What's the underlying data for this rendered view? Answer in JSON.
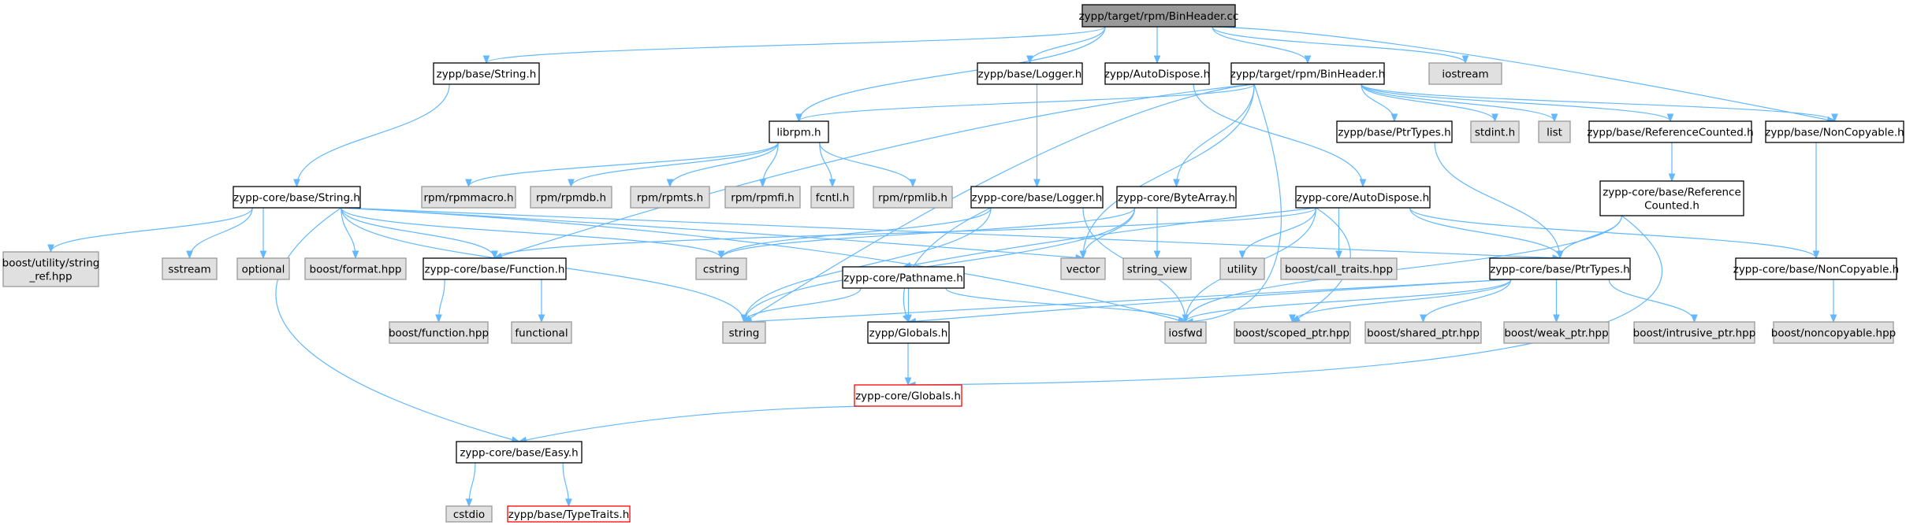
{
  "diagram": {
    "title": "",
    "colors": {
      "root_fill": "#999999",
      "local_fill": "#ffffff",
      "local_border": "#000000",
      "system_fill": "#e0e0e0",
      "system_border": "#999999",
      "truncated_border": "#ff0000",
      "edge": "#63b8ff"
    },
    "nodes": [
      {
        "id": "root",
        "label": [
          "zypp/target/rpm/BinHeader.cc"
        ],
        "kind": "root"
      },
      {
        "id": "base_string",
        "label": [
          "zypp/base/String.h"
        ],
        "kind": "local"
      },
      {
        "id": "base_logger",
        "label": [
          "zypp/base/Logger.h"
        ],
        "kind": "local"
      },
      {
        "id": "autodispose",
        "label": [
          "zypp/AutoDispose.h"
        ],
        "kind": "local"
      },
      {
        "id": "binheader_h",
        "label": [
          "zypp/target/rpm/BinHeader.h"
        ],
        "kind": "local"
      },
      {
        "id": "iostream",
        "label": [
          "iostream"
        ],
        "kind": "system"
      },
      {
        "id": "librpm",
        "label": [
          "librpm.h"
        ],
        "kind": "local"
      },
      {
        "id": "base_ptrtypes",
        "label": [
          "zypp/base/PtrTypes.h"
        ],
        "kind": "local"
      },
      {
        "id": "stdint",
        "label": [
          "stdint.h"
        ],
        "kind": "system"
      },
      {
        "id": "list",
        "label": [
          "list"
        ],
        "kind": "system"
      },
      {
        "id": "base_refcounted",
        "label": [
          "zypp/base/ReferenceCounted.h"
        ],
        "kind": "local"
      },
      {
        "id": "base_noncopy",
        "label": [
          "zypp/base/NonCopyable.h"
        ],
        "kind": "local"
      },
      {
        "id": "core_string",
        "label": [
          "zypp-core/base/String.h"
        ],
        "kind": "local"
      },
      {
        "id": "rpmmacro",
        "label": [
          "rpm/rpmmacro.h"
        ],
        "kind": "system"
      },
      {
        "id": "rpmdb",
        "label": [
          "rpm/rpmdb.h"
        ],
        "kind": "system"
      },
      {
        "id": "rpmts",
        "label": [
          "rpm/rpmts.h"
        ],
        "kind": "system"
      },
      {
        "id": "rpmfi",
        "label": [
          "rpm/rpmfi.h"
        ],
        "kind": "system"
      },
      {
        "id": "fcntl",
        "label": [
          "fcntl.h"
        ],
        "kind": "system"
      },
      {
        "id": "rpmlib",
        "label": [
          "rpm/rpmlib.h"
        ],
        "kind": "system"
      },
      {
        "id": "core_logger",
        "label": [
          "zypp-core/base/Logger.h"
        ],
        "kind": "local"
      },
      {
        "id": "core_bytearray",
        "label": [
          "zypp-core/ByteArray.h"
        ],
        "kind": "local"
      },
      {
        "id": "core_autodispose",
        "label": [
          "zypp-core/AutoDispose.h"
        ],
        "kind": "local"
      },
      {
        "id": "core_refcounted",
        "label": [
          "zypp-core/base/Reference",
          "Counted.h"
        ],
        "kind": "local"
      },
      {
        "id": "boost_stringref",
        "label": [
          "boost/utility/string",
          "_ref.hpp"
        ],
        "kind": "system"
      },
      {
        "id": "sstream",
        "label": [
          "sstream"
        ],
        "kind": "system"
      },
      {
        "id": "optional",
        "label": [
          "optional"
        ],
        "kind": "system"
      },
      {
        "id": "boost_format",
        "label": [
          "boost/format.hpp"
        ],
        "kind": "system"
      },
      {
        "id": "core_function",
        "label": [
          "zypp-core/base/Function.h"
        ],
        "kind": "local"
      },
      {
        "id": "cstring",
        "label": [
          "cstring"
        ],
        "kind": "system"
      },
      {
        "id": "vector",
        "label": [
          "vector"
        ],
        "kind": "system"
      },
      {
        "id": "string_view",
        "label": [
          "string_view"
        ],
        "kind": "system"
      },
      {
        "id": "utility",
        "label": [
          "utility"
        ],
        "kind": "system"
      },
      {
        "id": "boost_calltraits",
        "label": [
          "boost/call_traits.hpp"
        ],
        "kind": "system"
      },
      {
        "id": "core_ptrtypes",
        "label": [
          "zypp-core/base/PtrTypes.h"
        ],
        "kind": "local"
      },
      {
        "id": "core_noncopy",
        "label": [
          "zypp-core/base/NonCopyable.h"
        ],
        "kind": "local"
      },
      {
        "id": "core_pathname",
        "label": [
          "zypp-core/Pathname.h"
        ],
        "kind": "local"
      },
      {
        "id": "boost_function",
        "label": [
          "boost/function.hpp"
        ],
        "kind": "system"
      },
      {
        "id": "functional",
        "label": [
          "functional"
        ],
        "kind": "system"
      },
      {
        "id": "string",
        "label": [
          "string"
        ],
        "kind": "system"
      },
      {
        "id": "zypp_globals",
        "label": [
          "zypp/Globals.h"
        ],
        "kind": "local"
      },
      {
        "id": "iosfwd",
        "label": [
          "iosfwd"
        ],
        "kind": "system"
      },
      {
        "id": "boost_scoped",
        "label": [
          "boost/scoped_ptr.hpp"
        ],
        "kind": "system"
      },
      {
        "id": "boost_shared",
        "label": [
          "boost/shared_ptr.hpp"
        ],
        "kind": "system"
      },
      {
        "id": "boost_weak",
        "label": [
          "boost/weak_ptr.hpp"
        ],
        "kind": "system"
      },
      {
        "id": "boost_intrusive",
        "label": [
          "boost/intrusive_ptr.hpp"
        ],
        "kind": "system"
      },
      {
        "id": "boost_noncopy",
        "label": [
          "boost/noncopyable.hpp"
        ],
        "kind": "system"
      },
      {
        "id": "core_globals",
        "label": [
          "zypp-core/Globals.h"
        ],
        "kind": "truncated"
      },
      {
        "id": "core_easy",
        "label": [
          "zypp-core/base/Easy.h"
        ],
        "kind": "local"
      },
      {
        "id": "cstdio",
        "label": [
          "cstdio"
        ],
        "kind": "system"
      },
      {
        "id": "base_typetraits",
        "label": [
          "zypp/base/TypeTraits.h"
        ],
        "kind": "truncated"
      }
    ],
    "edges": [
      [
        "root",
        "base_string"
      ],
      [
        "root",
        "base_logger"
      ],
      [
        "root",
        "autodispose"
      ],
      [
        "root",
        "binheader_h"
      ],
      [
        "root",
        "iostream"
      ],
      [
        "root",
        "librpm"
      ],
      [
        "root",
        "base_noncopy"
      ],
      [
        "binheader_h",
        "librpm"
      ],
      [
        "binheader_h",
        "base_ptrtypes"
      ],
      [
        "binheader_h",
        "stdint"
      ],
      [
        "binheader_h",
        "list"
      ],
      [
        "binheader_h",
        "base_refcounted"
      ],
      [
        "binheader_h",
        "base_noncopy"
      ],
      [
        "binheader_h",
        "core_bytearray"
      ],
      [
        "binheader_h",
        "vector"
      ],
      [
        "binheader_h",
        "string"
      ],
      [
        "binheader_h",
        "core_function"
      ],
      [
        "binheader_h",
        "iosfwd"
      ],
      [
        "base_string",
        "core_string"
      ],
      [
        "base_logger",
        "core_logger"
      ],
      [
        "autodispose",
        "core_autodispose"
      ],
      [
        "librpm",
        "rpmmacro"
      ],
      [
        "librpm",
        "rpmdb"
      ],
      [
        "librpm",
        "rpmts"
      ],
      [
        "librpm",
        "rpmfi"
      ],
      [
        "librpm",
        "fcntl"
      ],
      [
        "librpm",
        "rpmlib"
      ],
      [
        "base_ptrtypes",
        "core_ptrtypes"
      ],
      [
        "base_refcounted",
        "core_refcounted"
      ],
      [
        "base_noncopy",
        "core_noncopy"
      ],
      [
        "core_string",
        "boost_stringref"
      ],
      [
        "core_string",
        "sstream"
      ],
      [
        "core_string",
        "optional"
      ],
      [
        "core_string",
        "boost_format"
      ],
      [
        "core_string",
        "core_function"
      ],
      [
        "core_string",
        "cstring"
      ],
      [
        "core_string",
        "string"
      ],
      [
        "core_string",
        "vector"
      ],
      [
        "core_string",
        "core_ptrtypes"
      ],
      [
        "core_string",
        "core_easy"
      ],
      [
        "core_string",
        "iosfwd"
      ],
      [
        "core_logger",
        "cstring"
      ],
      [
        "core_logger",
        "string"
      ],
      [
        "core_logger",
        "iosfwd"
      ],
      [
        "core_logger",
        "zypp_globals"
      ],
      [
        "core_bytearray",
        "vector"
      ],
      [
        "core_bytearray",
        "string_view"
      ],
      [
        "core_bytearray",
        "cstring"
      ],
      [
        "core_bytearray",
        "string"
      ],
      [
        "core_autodispose",
        "iosfwd"
      ],
      [
        "core_autodispose",
        "utility"
      ],
      [
        "core_autodispose",
        "boost_calltraits"
      ],
      [
        "core_autodispose",
        "core_ptrtypes"
      ],
      [
        "core_autodispose",
        "core_noncopy"
      ],
      [
        "core_autodispose",
        "core_function"
      ],
      [
        "core_autodispose",
        "core_pathname"
      ],
      [
        "core_autodispose",
        "boost_scoped"
      ],
      [
        "core_refcounted",
        "core_ptrtypes"
      ],
      [
        "core_refcounted",
        "iosfwd"
      ],
      [
        "core_refcounted",
        "core_globals"
      ],
      [
        "core_function",
        "boost_function"
      ],
      [
        "core_function",
        "functional"
      ],
      [
        "core_ptrtypes",
        "iosfwd"
      ],
      [
        "core_ptrtypes",
        "string"
      ],
      [
        "core_ptrtypes",
        "boost_scoped"
      ],
      [
        "core_ptrtypes",
        "boost_shared"
      ],
      [
        "core_ptrtypes",
        "boost_weak"
      ],
      [
        "core_ptrtypes",
        "boost_intrusive"
      ],
      [
        "core_ptrtypes",
        "zypp_globals"
      ],
      [
        "core_noncopy",
        "boost_noncopy"
      ],
      [
        "core_pathname",
        "string"
      ],
      [
        "core_pathname",
        "iosfwd"
      ],
      [
        "core_pathname",
        "zypp_globals"
      ],
      [
        "zypp_globals",
        "core_globals"
      ],
      [
        "core_globals",
        "core_easy"
      ],
      [
        "core_easy",
        "cstdio"
      ],
      [
        "core_easy",
        "base_typetraits"
      ]
    ]
  }
}
